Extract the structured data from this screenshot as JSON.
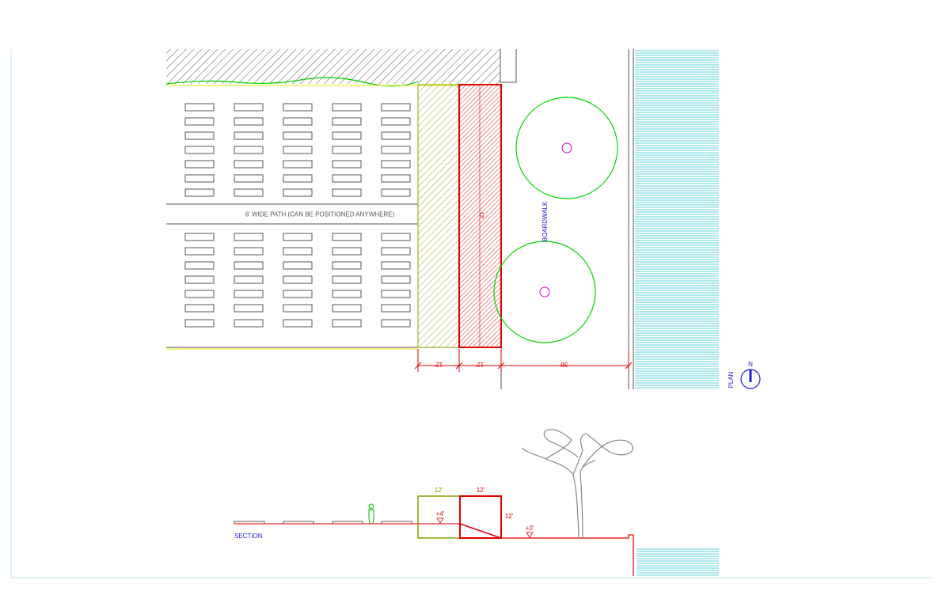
{
  "labels": {
    "path": "6' WIDE PATH (CAN BE POSITIONED ANYWHERE)",
    "boardwalk": "BOARDWALK",
    "plan": "PLAN",
    "north": "N",
    "section": "SECTION",
    "dim_plan_1": "12'",
    "dim_plan_2": "12'",
    "dim_plan_3": "36'",
    "sec_width_green": "12'",
    "sec_width_red": "12'",
    "sec_height_red": "12'",
    "elev_plus4": "+4'",
    "elev_plus0": "+0'"
  },
  "colors": {
    "frame": "#b9f2c9",
    "gray": "#555555",
    "red": "#e00000",
    "olive": "#8aa000",
    "green": "#00d400",
    "yellow": "#e8e800",
    "cyan": "#5fd0d8",
    "magenta": "#d000c8",
    "blue": "#2020d0"
  }
}
